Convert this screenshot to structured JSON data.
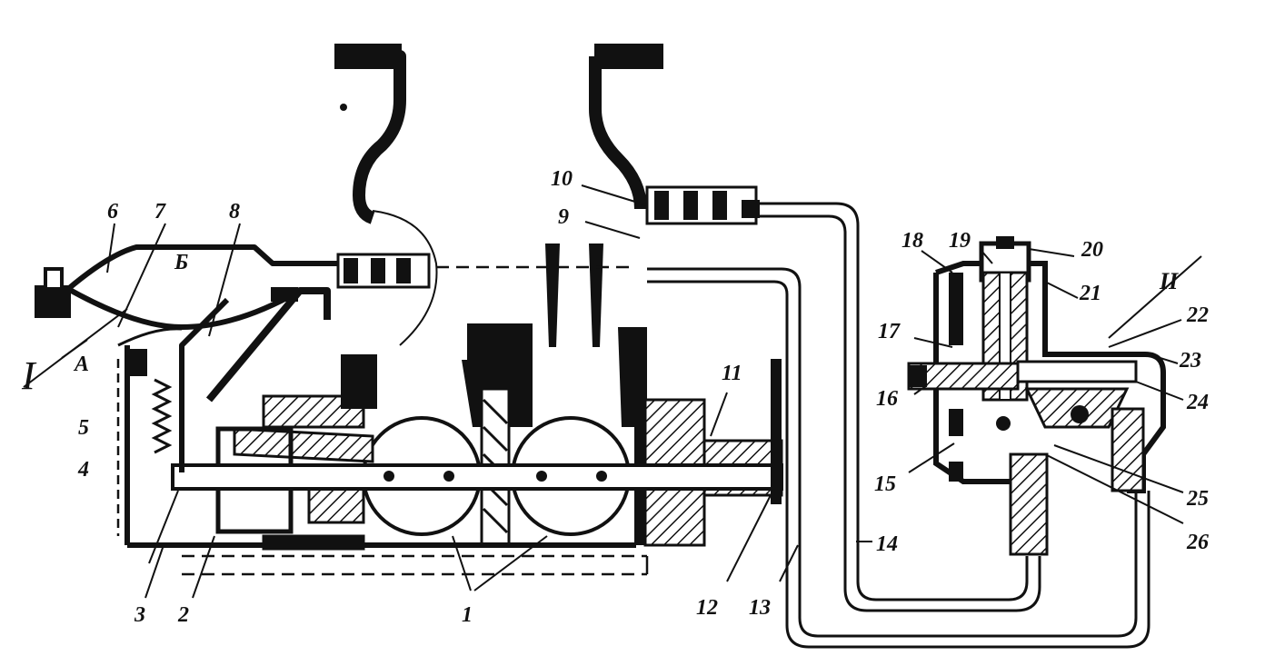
{
  "diagram": {
    "callouts": [
      "1",
      "2",
      "3",
      "4",
      "5",
      "6",
      "7",
      "8",
      "9",
      "10",
      "11",
      "12",
      "13",
      "14",
      "15",
      "16",
      "17",
      "18",
      "19",
      "20",
      "21",
      "22",
      "23",
      "24",
      "25",
      "26"
    ],
    "letters": {
      "a": "А",
      "b": "Б"
    },
    "roman": {
      "one": "I",
      "two": "II"
    }
  },
  "colors": {
    "ink": "#111111",
    "paper": "#ffffff"
  }
}
